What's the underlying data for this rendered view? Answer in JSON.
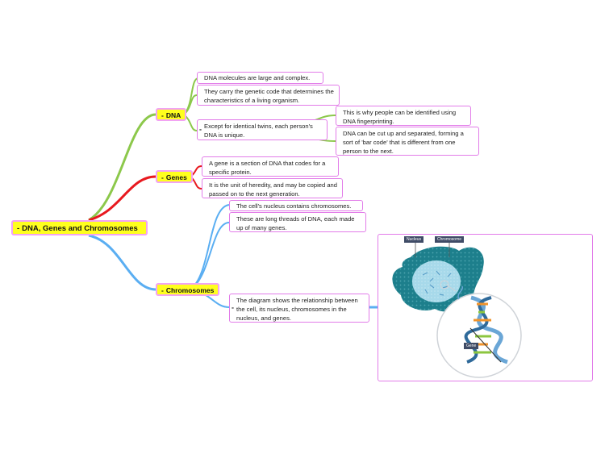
{
  "root": {
    "label": "DNA, Genes and Chromosomes"
  },
  "branches": {
    "dna": {
      "label": "DNA",
      "color": "#8cc84b",
      "children": [
        "DNA molecules are large and complex.",
        "They carry the genetic code that determines the characteristics of a living organism.",
        "Except for identical twins, each person's DNA is unique."
      ],
      "grandchildren": [
        "This is why people can be identified using DNA fingerprinting.",
        "DNA can be cut up and separated, forming a sort of 'bar code' that is different from one person to the next."
      ]
    },
    "genes": {
      "label": "Genes",
      "color": "#e8191f",
      "children": [
        "A gene is a section of DNA that codes for a specific protein.",
        "It is the unit of heredity, and may be copied and passed on to the next generation."
      ]
    },
    "chromosomes": {
      "label": "Chromosomes",
      "color": "#5aaef2",
      "children": [
        "The cell's nucleus contains chromosomes.",
        "These are long threads of DNA, each made up of many genes.",
        "The diagram shows the relationship between the cell, its nucleus, chromosomes in the nucleus, and genes."
      ]
    }
  },
  "diagram": {
    "labels": {
      "nucleus": "Nucleus",
      "chromosome": "Chromosome",
      "gene": "Gene"
    },
    "colors": {
      "cell": "#1d7f8c",
      "nucleus": "#a7d9ea",
      "helix": "#6aa6d6",
      "gene_orange": "#f0932b",
      "gene_green": "#8cc63f"
    }
  }
}
